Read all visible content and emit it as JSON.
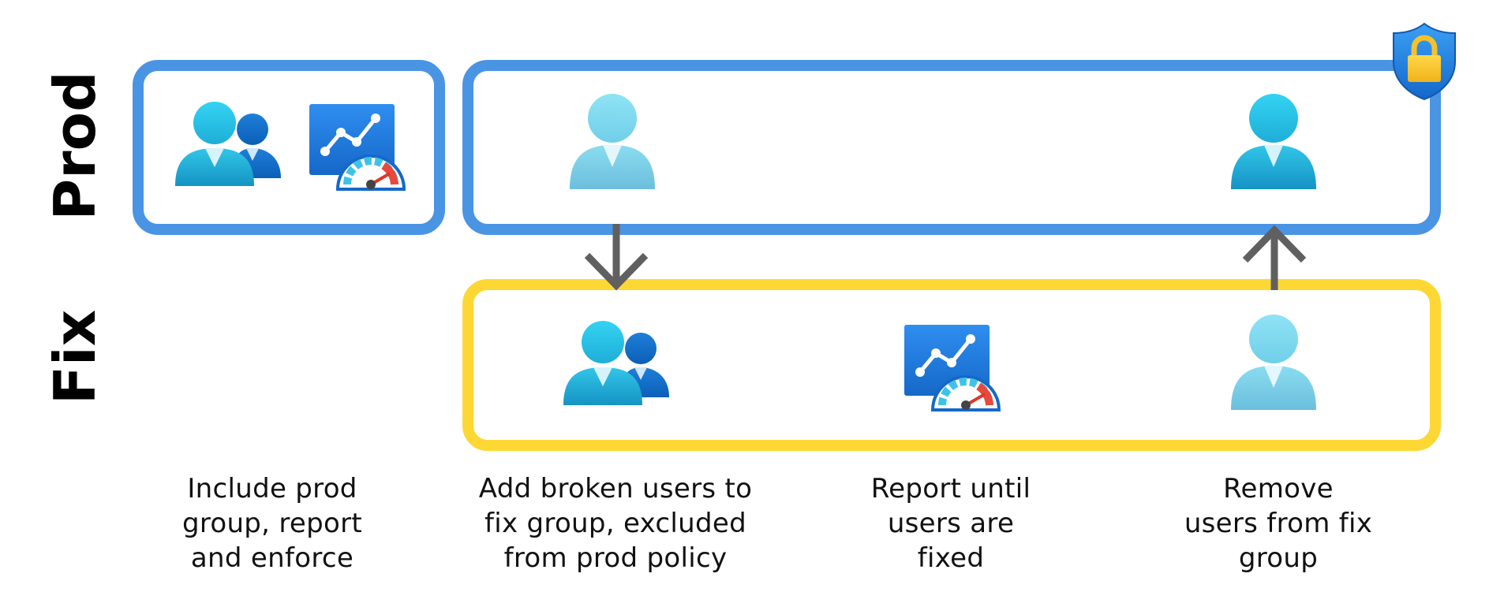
{
  "rows": {
    "prod_label": "Prod",
    "fix_label": "Fix"
  },
  "captions": [
    {
      "lines": [
        "Include prod",
        "group, report",
        "and enforce"
      ]
    },
    {
      "lines": [
        "Add broken users to",
        "fix group, excluded",
        "from prod policy"
      ]
    },
    {
      "lines": [
        "Report until",
        "users are",
        "fixed"
      ]
    },
    {
      "lines": [
        "Remove",
        "users from fix",
        "group"
      ]
    }
  ],
  "colors": {
    "prod_border": "#4a94e4",
    "fix_border": "#fdd834",
    "arrow": "#606060"
  },
  "icons": {
    "group": "users-group-icon",
    "report": "report-gauge-icon",
    "user": "user-icon",
    "faded_user": "faded-user-icon",
    "policy": "shield-lock-icon",
    "move_down": "arrow-down-icon",
    "move_up": "arrow-up-icon"
  }
}
